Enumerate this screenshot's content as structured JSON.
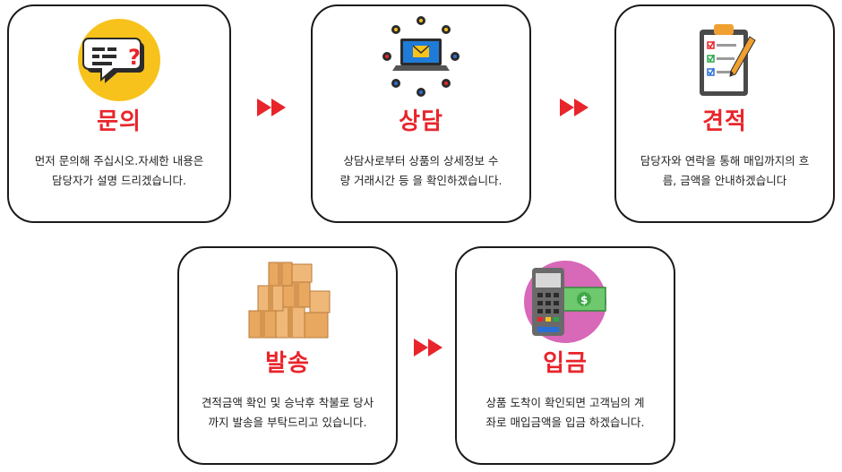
{
  "steps": [
    {
      "title": "문의",
      "desc_line1": "먼저 문의해 주십시오.자세한 내용은",
      "desc_line2": "담당자가 설명 드리겠습니다.",
      "icon": "chat-question-icon"
    },
    {
      "title": "상담",
      "desc_line1": "상담사로부터 상품의 상세정보 수",
      "desc_line2": "량 거래시간 등 을 확인하겠습니다.",
      "icon": "laptop-mail-icon"
    },
    {
      "title": "견적",
      "desc_line1": "담당자와 연락을 통해 매입까지의 흐",
      "desc_line2": "름, 금액을 안내하겠습니다",
      "icon": "checklist-clipboard-icon"
    },
    {
      "title": "발송",
      "desc_line1": "견적금액 확인 및 승낙후 착불로 당사",
      "desc_line2": "까지 발송을 부탁드리고 있습니다.",
      "icon": "boxes-icon"
    },
    {
      "title": "입금",
      "desc_line1": "상품 도착이 확인되면 고객님의 계",
      "desc_line2": "좌로 매입금액을 입금 하겠습니다.",
      "icon": "payment-terminal-icon"
    }
  ],
  "colors": {
    "accent": "#e8252b",
    "border": "#1a1a1a",
    "text": "#222222"
  }
}
